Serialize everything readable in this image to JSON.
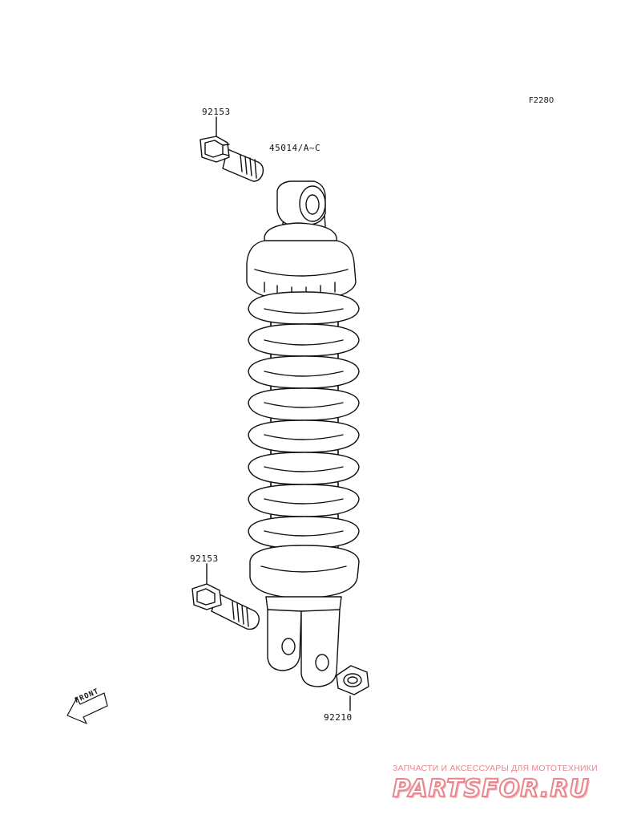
{
  "figure": {
    "code": "F2280"
  },
  "callouts": {
    "bolt_top": "92153",
    "shock_absorber": "45014/A~C",
    "bolt_bottom": "92153",
    "nut": "92210"
  },
  "front_arrow": {
    "label": "FRONT"
  },
  "watermark": {
    "tagline": "ЗАПЧАСТИ И АКСЕССУАРЫ ДЛЯ МОТОТЕХНИКИ",
    "logo": "PARTSFOR.RU",
    "color": "#e8868e"
  },
  "colors": {
    "line": "#111111",
    "paper": "#ffffff"
  }
}
